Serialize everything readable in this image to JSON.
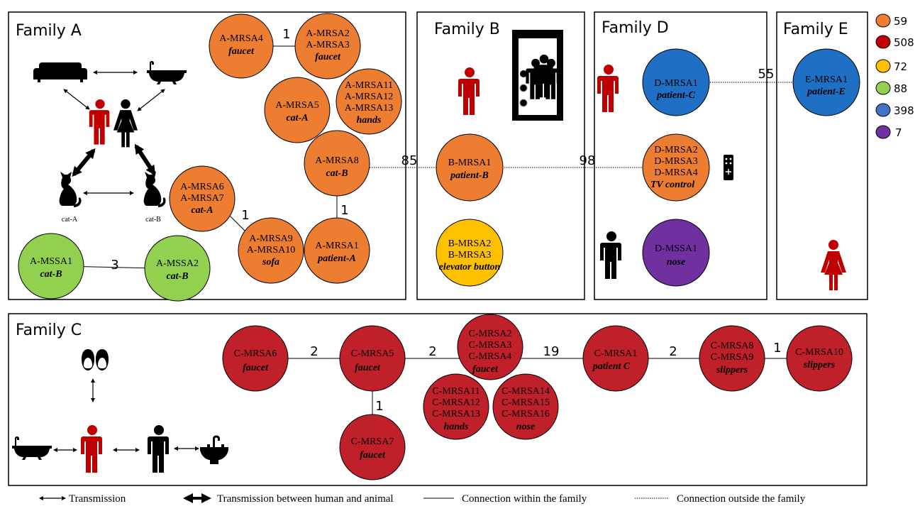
{
  "families": {
    "A": "Family A",
    "B": "Family B",
    "C": "Family C",
    "D": "Family D",
    "E": "Family E"
  },
  "legend": {
    "items": [
      {
        "value": "59",
        "color": "#ED7D31"
      },
      {
        "value": "508",
        "color": "#C00000"
      },
      {
        "value": "72",
        "color": "#FFC000"
      },
      {
        "value": "88",
        "color": "#92D050"
      },
      {
        "value": "398",
        "color": "#4472C4"
      },
      {
        "value": "7",
        "color": "#7030A0"
      }
    ]
  },
  "nodes": {
    "a4": [
      "A-MRSA4",
      "faucet"
    ],
    "a23": [
      "A-MRSA2",
      "A-MRSA3",
      "faucet"
    ],
    "a111213": [
      "A-MRSA11",
      "A-MRSA12",
      "A-MRSA13",
      "hands"
    ],
    "a5": [
      "A-MRSA5",
      "cat-A"
    ],
    "a8": [
      "A-MRSA8",
      "cat-B"
    ],
    "a67": [
      "A-MRSA6",
      "A-MRSA7",
      "cat-A"
    ],
    "a910": [
      "A-MRSA9",
      "A-MRSA10",
      "sofa"
    ],
    "a1": [
      "A-MRSA1",
      "patient-A"
    ],
    "amssa1": [
      "A-MSSA1",
      "cat-B"
    ],
    "amssa2": [
      "A-MSSA2",
      "cat-B"
    ],
    "b1": [
      "B-MRSA1",
      "patient-B"
    ],
    "b23": [
      "B-MRSA2",
      "B-MRSA3",
      "elevator button"
    ],
    "d1": [
      "D-MRSA1",
      "patient-C"
    ],
    "d234": [
      "D-MRSA2",
      "D-MRSA3",
      "D-MRSA4",
      "TV control"
    ],
    "dmssa1": [
      "D-MSSA1",
      "nose"
    ],
    "e1": [
      "E-MRSA1",
      "patient-E"
    ],
    "c6": [
      "C-MRSA6",
      "faucet"
    ],
    "c5": [
      "C-MRSA5",
      "faucet"
    ],
    "c234": [
      "C-MRSA2",
      "C-MRSA3",
      "C-MRSA4",
      "faucet"
    ],
    "c111213": [
      "C-MRSA11",
      "C-MRSA12",
      "C-MRSA13",
      "hands"
    ],
    "c141516": [
      "C-MRSA14",
      "C-MRSA15",
      "C-MRSA16",
      "nose"
    ],
    "c1": [
      "C-MRSA1",
      "patient C"
    ],
    "c89": [
      "C-MRSA8",
      "C-MRSA9",
      "slippers"
    ],
    "c10": [
      "C-MRSA10",
      "slippers"
    ],
    "c7": [
      "C-MRSA7",
      "faucet"
    ]
  },
  "edges": {
    "a4_a23": "1",
    "a67_a910": "1",
    "a8_a1": "1",
    "amssa": "3",
    "a8_b1": "85",
    "b1_d234": "98",
    "d1_e1": "55",
    "c6_c5": "2",
    "c5_c234": "2",
    "c234_c1": "19",
    "c1_c89": "2",
    "c89_c10": "1",
    "c5_c7": "1"
  },
  "cats": {
    "catA": "cat-A",
    "catB": "cat-B"
  },
  "bottom_legend": {
    "transmission": "Transmission",
    "human_animal": "Transmission between human and animal",
    "within": "Connection within the family",
    "outside": "Connection outside the family"
  }
}
